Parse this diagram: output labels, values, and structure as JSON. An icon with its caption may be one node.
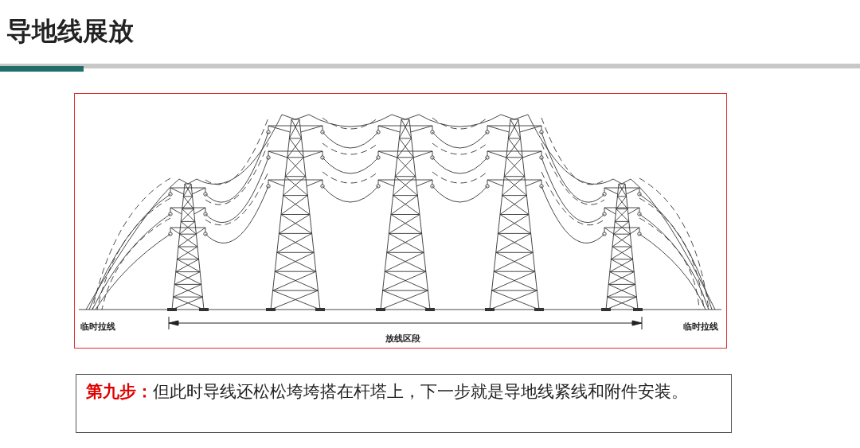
{
  "diagram": {
    "title": "导地线展放",
    "labels": [
      "临时拉线",
      "放线区段",
      "临时拉线",
      "**第九步：**但此时导线还松松垮垮搭在杆塔上，下一步就是导地线紧线和附件安装。"
    ]
  }
}
